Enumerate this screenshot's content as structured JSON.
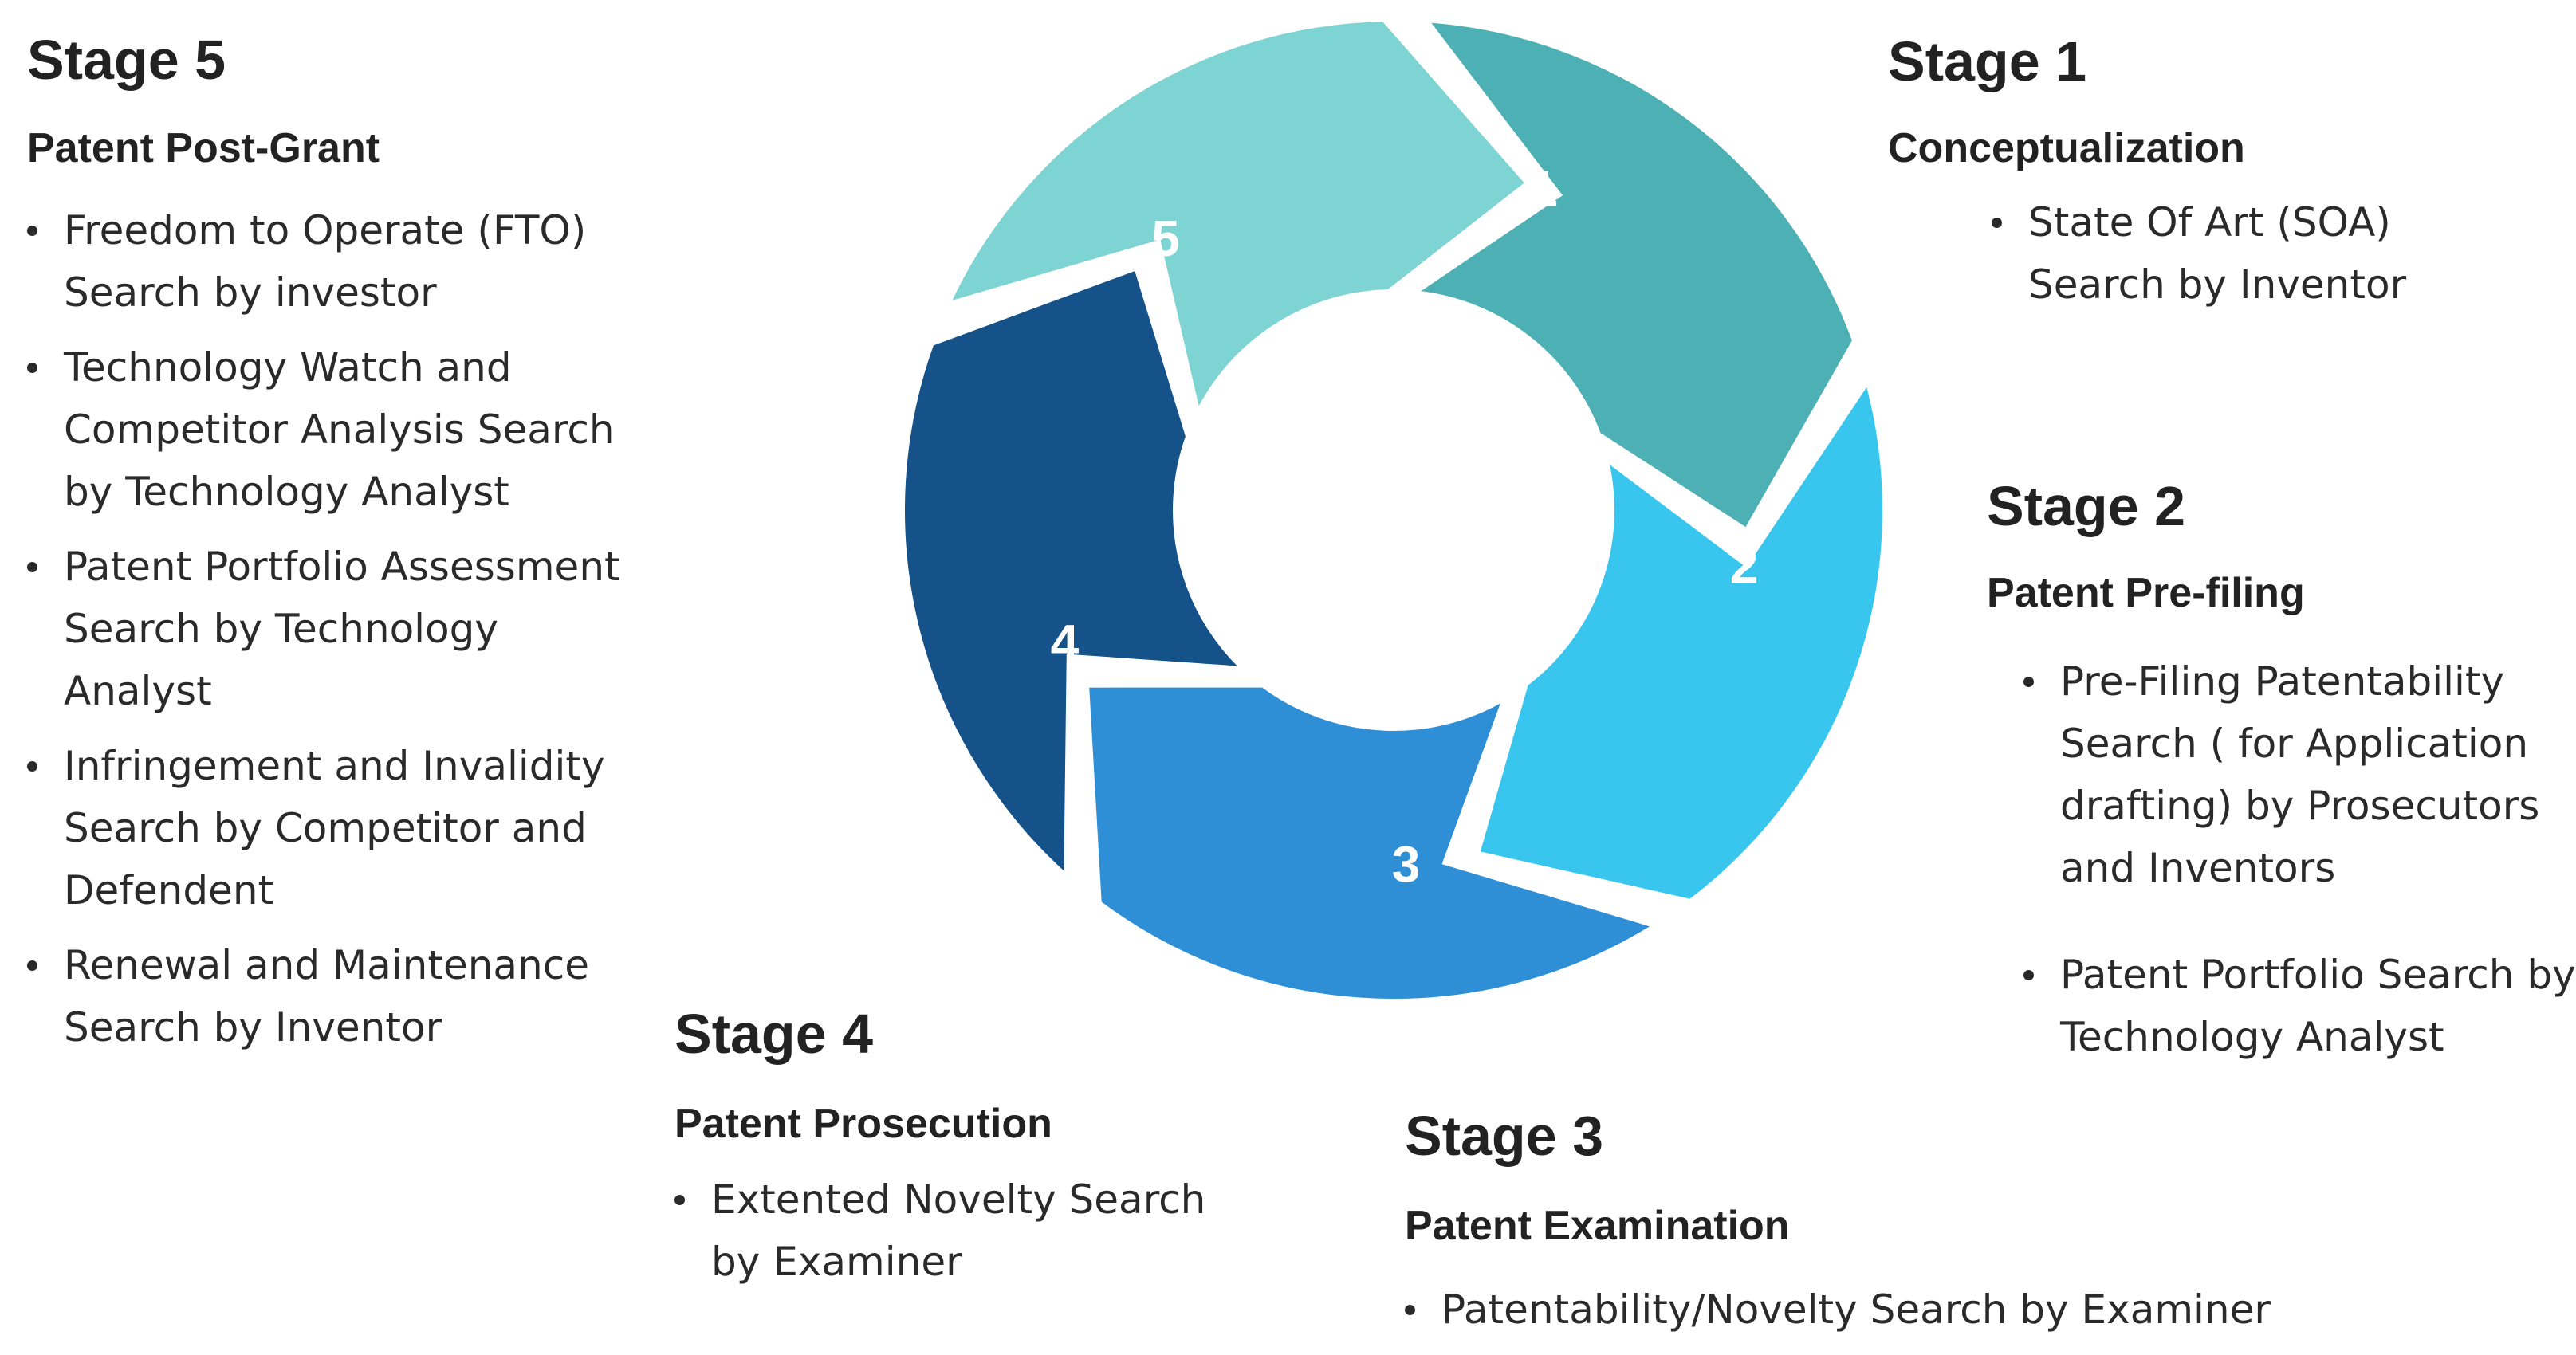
{
  "colors": {
    "segment_1": "#4db0b5",
    "segment_2": "#39c6ee",
    "segment_3": "#2e8fd6",
    "segment_4": "#16528a",
    "segment_5": "#7ed4d3"
  },
  "cycle": {
    "segments": [
      {
        "number": "1"
      },
      {
        "number": "2"
      },
      {
        "number": "3"
      },
      {
        "number": "4"
      },
      {
        "number": "5"
      }
    ]
  },
  "stages": {
    "s1": {
      "title": "Stage 1",
      "subtitle": "Conceptualization",
      "items": [
        "State Of Art (SOA) Search by Inventor"
      ]
    },
    "s2": {
      "title": "Stage 2",
      "subtitle": "Patent Pre-filing",
      "items": [
        "Pre-Filing Patentability Search ( for Application drafting) by Prosecutors and Inventors",
        "Patent Portfolio Search by Technology Analyst"
      ]
    },
    "s3": {
      "title": "Stage 3",
      "subtitle": "Patent Examination",
      "items": [
        "Patentability/Novelty Search by Examiner"
      ]
    },
    "s4": {
      "title": "Stage 4",
      "subtitle": "Patent Prosecution",
      "items": [
        "Extented Novelty Search by Examiner"
      ]
    },
    "s5": {
      "title": "Stage 5",
      "subtitle": "Patent Post-Grant",
      "items": [
        "Freedom to Operate (FTO) Search by investor",
        "Technology Watch and Competitor Analysis Search by Technology Analyst",
        "Patent Portfolio Assessment Search by Technology Analyst",
        "Infringement and Invalidity Search by Competitor and Defendent",
        "Renewal and Maintenance Search by Inventor"
      ]
    }
  }
}
